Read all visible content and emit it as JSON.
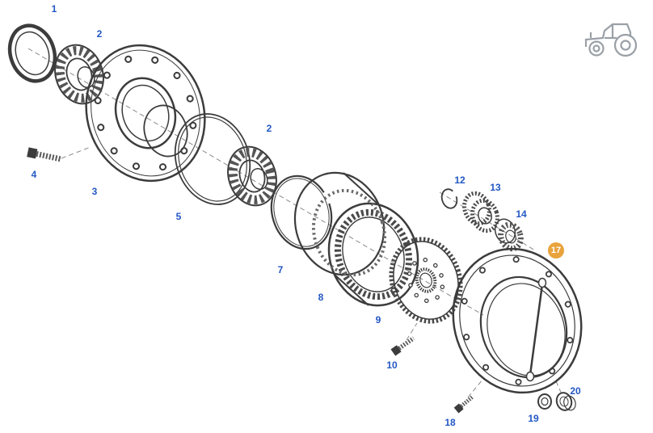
{
  "diagram": {
    "callouts": [
      {
        "label": "1"
      },
      {
        "label": "2"
      },
      {
        "label": "3"
      },
      {
        "label": "4"
      },
      {
        "label": "5"
      },
      {
        "label": "2"
      },
      {
        "label": "7"
      },
      {
        "label": "8"
      },
      {
        "label": "9"
      },
      {
        "label": "10"
      },
      {
        "label": "12"
      },
      {
        "label": "13"
      },
      {
        "label": "14"
      },
      {
        "label": "17",
        "highlighted": true
      },
      {
        "label": "18"
      },
      {
        "label": "19"
      },
      {
        "label": "20"
      }
    ],
    "colors": {
      "callout_text": "#2257c4",
      "highlight_badge": "#e9a33c",
      "drawing_line": "#3c3c3c",
      "background": "#ffffff"
    },
    "icons": {
      "corner_icon": "tractor-icon"
    }
  }
}
